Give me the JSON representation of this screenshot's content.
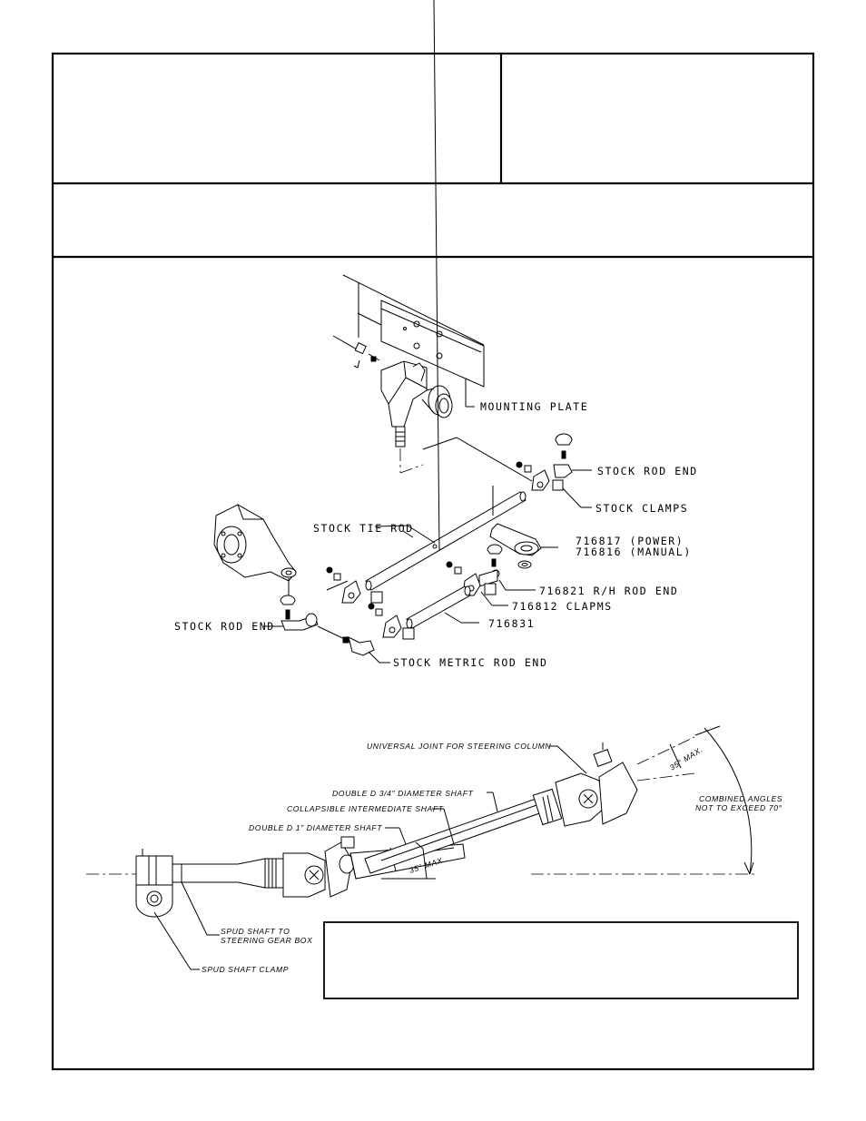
{
  "labels": {
    "mounting_plate": "MOUNTING PLATE",
    "stock_rod_end_top": "STOCK ROD END",
    "stock_clamps": "STOCK CLAMPS",
    "stock_tie_rod": "STOCK TIE ROD",
    "power_part": "716817 (POWER)",
    "manual_part": "716816 (MANUAL)",
    "rh_rod_end": "716821 R/H ROD END",
    "clapms": "716812 CLAPMS",
    "part_716831": "716831",
    "stock_rod_end_left": "STOCK ROD END",
    "stock_metric_rod_end": "STOCK METRIC ROD END"
  },
  "shaft_labels": {
    "universal_joint": "UNIVERSAL JOINT FOR STEERING COLUMN",
    "double_d_34": "DOUBLE D 3/4\" DIAMETER SHAFT",
    "collapsible": "COLLAPSIBLE INTERMEDIATE SHAFT",
    "double_d_1": "DOUBLE D 1\" DIAMETER SHAFT",
    "angle_top": "35° MAX.",
    "angle_bottom": "35° MAX.",
    "combined_1": "COMBINED ANGLES",
    "combined_2": "NOT TO EXCEED 70°",
    "spud_shaft_1": "SPUD SHAFT TO",
    "spud_shaft_2": "STEERING GEAR BOX",
    "spud_clamp": "SPUD SHAFT CLAMP"
  }
}
